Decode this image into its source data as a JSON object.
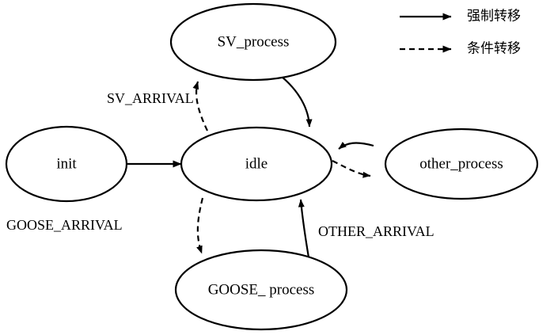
{
  "diagram": {
    "type": "state-machine",
    "nodes": [
      {
        "id": "init",
        "label": "init"
      },
      {
        "id": "sv_process",
        "label": "SV_process"
      },
      {
        "id": "idle",
        "label": "idle"
      },
      {
        "id": "other_process",
        "label": "other_process"
      },
      {
        "id": "goose_process",
        "label": "GOOSE_ process"
      }
    ],
    "edges": [
      {
        "from": "init",
        "to": "idle",
        "style": "solid",
        "label": ""
      },
      {
        "from": "idle",
        "to": "sv_process",
        "style": "dashed",
        "label": "SV_ARRIVAL"
      },
      {
        "from": "sv_process",
        "to": "idle",
        "style": "solid",
        "label": ""
      },
      {
        "from": "idle",
        "to": "other_process",
        "style": "dashed",
        "label": ""
      },
      {
        "from": "other_process",
        "to": "idle",
        "style": "solid",
        "label": ""
      },
      {
        "from": "idle",
        "to": "goose_process",
        "style": "dashed",
        "label": "GOOSE_ARRIVAL"
      },
      {
        "from": "goose_process",
        "to": "idle",
        "style": "solid",
        "label": "OTHER_ARRIVAL"
      }
    ],
    "edge_labels": {
      "sv_arrival": "SV_ARRIVAL",
      "goose_arrival": "GOOSE_ARRIVAL",
      "other_arrival": "OTHER_ARRIVAL"
    }
  },
  "legend": {
    "items": [
      {
        "style": "solid",
        "label": "强制转移"
      },
      {
        "style": "dashed",
        "label": "条件转移"
      }
    ]
  },
  "colors": {
    "stroke": "#000000",
    "fill": "#ffffff",
    "text": "#000000"
  }
}
